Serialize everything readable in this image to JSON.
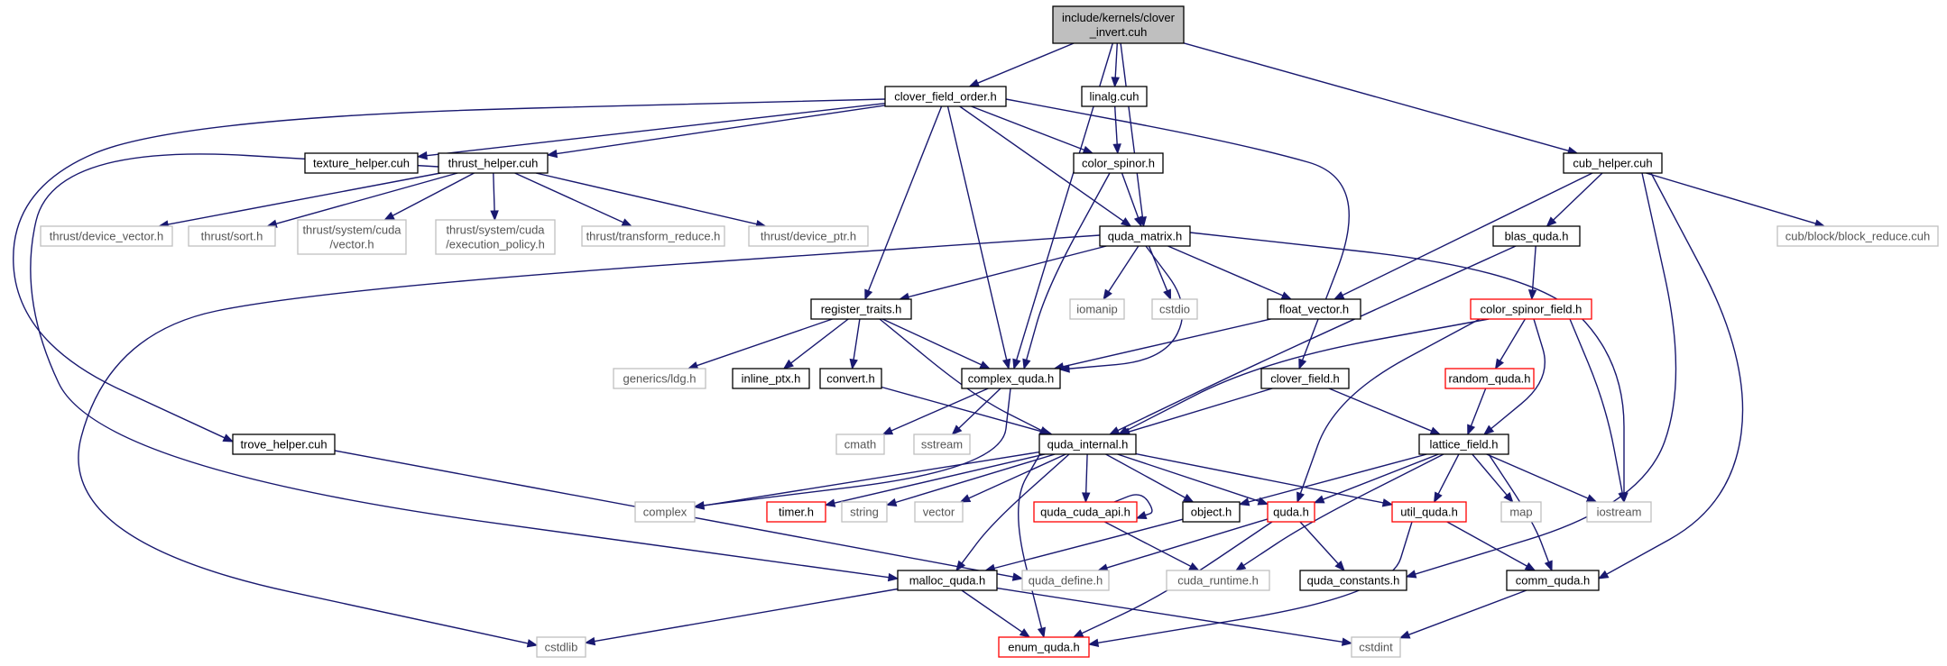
{
  "colors": {
    "edge": "#191970",
    "root_fill": "#bfbfbf",
    "node_fill": "#ffffff",
    "node_border": "#000000",
    "external_border": "#bfbfbf",
    "incomplete_border": "#ff0000"
  },
  "nodes": [
    {
      "id": "root",
      "lines": [
        "include/kernels/clover",
        "_invert.cuh"
      ],
      "kind": "root"
    },
    {
      "id": "clover_field_order",
      "lines": [
        "clover_field_order.h"
      ],
      "kind": "normal"
    },
    {
      "id": "linalg",
      "lines": [
        "linalg.cuh"
      ],
      "kind": "normal"
    },
    {
      "id": "cub_helper",
      "lines": [
        "cub_helper.cuh"
      ],
      "kind": "normal"
    },
    {
      "id": "texture_helper",
      "lines": [
        "texture_helper.cuh"
      ],
      "kind": "normal"
    },
    {
      "id": "thrust_helper",
      "lines": [
        "thrust_helper.cuh"
      ],
      "kind": "normal"
    },
    {
      "id": "color_spinor",
      "lines": [
        "color_spinor.h"
      ],
      "kind": "normal"
    },
    {
      "id": "thrust_device_vector",
      "lines": [
        "thrust/device_vector.h"
      ],
      "kind": "external"
    },
    {
      "id": "thrust_sort",
      "lines": [
        "thrust/sort.h"
      ],
      "kind": "external"
    },
    {
      "id": "thrust_cuda_vector",
      "lines": [
        "thrust/system/cuda",
        "/vector.h"
      ],
      "kind": "external"
    },
    {
      "id": "thrust_exec_policy",
      "lines": [
        "thrust/system/cuda",
        "/execution_policy.h"
      ],
      "kind": "external"
    },
    {
      "id": "thrust_transform_reduce",
      "lines": [
        "thrust/transform_reduce.h"
      ],
      "kind": "external"
    },
    {
      "id": "thrust_device_ptr",
      "lines": [
        "thrust/device_ptr.h"
      ],
      "kind": "external"
    },
    {
      "id": "quda_matrix",
      "lines": [
        "quda_matrix.h"
      ],
      "kind": "normal"
    },
    {
      "id": "blas_quda",
      "lines": [
        "blas_quda.h"
      ],
      "kind": "normal"
    },
    {
      "id": "cub_block_reduce",
      "lines": [
        "cub/block/block_reduce.cuh"
      ],
      "kind": "external"
    },
    {
      "id": "register_traits",
      "lines": [
        "register_traits.h"
      ],
      "kind": "normal"
    },
    {
      "id": "iomanip",
      "lines": [
        "iomanip"
      ],
      "kind": "external"
    },
    {
      "id": "cstdio",
      "lines": [
        "cstdio"
      ],
      "kind": "external"
    },
    {
      "id": "float_vector",
      "lines": [
        "float_vector.h"
      ],
      "kind": "normal"
    },
    {
      "id": "color_spinor_field",
      "lines": [
        "color_spinor_field.h"
      ],
      "kind": "incomplete"
    },
    {
      "id": "generics_ldg",
      "lines": [
        "generics/ldg.h"
      ],
      "kind": "external"
    },
    {
      "id": "inline_ptx",
      "lines": [
        "inline_ptx.h"
      ],
      "kind": "normal"
    },
    {
      "id": "convert",
      "lines": [
        "convert.h"
      ],
      "kind": "normal"
    },
    {
      "id": "complex_quda",
      "lines": [
        "complex_quda.h"
      ],
      "kind": "normal"
    },
    {
      "id": "clover_field",
      "lines": [
        "clover_field.h"
      ],
      "kind": "normal"
    },
    {
      "id": "random_quda",
      "lines": [
        "random_quda.h"
      ],
      "kind": "incomplete"
    },
    {
      "id": "cmath",
      "lines": [
        "cmath"
      ],
      "kind": "external"
    },
    {
      "id": "sstream",
      "lines": [
        "sstream"
      ],
      "kind": "external"
    },
    {
      "id": "trove_helper",
      "lines": [
        "trove_helper.cuh"
      ],
      "kind": "normal"
    },
    {
      "id": "quda_internal",
      "lines": [
        "quda_internal.h"
      ],
      "kind": "normal"
    },
    {
      "id": "lattice_field",
      "lines": [
        "lattice_field.h"
      ],
      "kind": "normal"
    },
    {
      "id": "complex",
      "lines": [
        "complex"
      ],
      "kind": "external"
    },
    {
      "id": "timer",
      "lines": [
        "timer.h"
      ],
      "kind": "incomplete"
    },
    {
      "id": "string",
      "lines": [
        "string"
      ],
      "kind": "external"
    },
    {
      "id": "vector",
      "lines": [
        "vector"
      ],
      "kind": "external"
    },
    {
      "id": "quda_cuda_api",
      "lines": [
        "quda_cuda_api.h"
      ],
      "kind": "incomplete"
    },
    {
      "id": "object",
      "lines": [
        "object.h"
      ],
      "kind": "normal"
    },
    {
      "id": "quda",
      "lines": [
        "quda.h"
      ],
      "kind": "incomplete"
    },
    {
      "id": "util_quda",
      "lines": [
        "util_quda.h"
      ],
      "kind": "incomplete"
    },
    {
      "id": "map",
      "lines": [
        "map"
      ],
      "kind": "external"
    },
    {
      "id": "iostream",
      "lines": [
        "iostream"
      ],
      "kind": "external"
    },
    {
      "id": "quda_define",
      "lines": [
        "quda_define.h"
      ],
      "kind": "external"
    },
    {
      "id": "cuda_runtime",
      "lines": [
        "cuda_runtime.h"
      ],
      "kind": "external"
    },
    {
      "id": "quda_constants",
      "lines": [
        "quda_constants.h"
      ],
      "kind": "normal"
    },
    {
      "id": "malloc_quda",
      "lines": [
        "malloc_quda.h"
      ],
      "kind": "normal"
    },
    {
      "id": "comm_quda",
      "lines": [
        "comm_quda.h"
      ],
      "kind": "normal"
    },
    {
      "id": "cstdlib",
      "lines": [
        "cstdlib"
      ],
      "kind": "external"
    },
    {
      "id": "enum_quda",
      "lines": [
        "enum_quda.h"
      ],
      "kind": "incomplete"
    },
    {
      "id": "cstdint",
      "lines": [
        "cstdint"
      ],
      "kind": "external"
    }
  ],
  "edges": [
    [
      "root",
      "clover_field_order"
    ],
    [
      "root",
      "linalg"
    ],
    [
      "root",
      "complex_quda"
    ],
    [
      "root",
      "quda_matrix"
    ],
    [
      "root",
      "cub_helper"
    ],
    [
      "clover_field_order",
      "texture_helper"
    ],
    [
      "clover_field_order",
      "thrust_helper"
    ],
    [
      "clover_field_order",
      "trove_helper"
    ],
    [
      "clover_field_order",
      "register_traits"
    ],
    [
      "clover_field_order",
      "complex_quda"
    ],
    [
      "clover_field_order",
      "quda_matrix"
    ],
    [
      "clover_field_order",
      "color_spinor"
    ],
    [
      "clover_field_order",
      "clover_field"
    ],
    [
      "linalg",
      "color_spinor"
    ],
    [
      "thrust_helper",
      "thrust_device_vector"
    ],
    [
      "thrust_helper",
      "thrust_sort"
    ],
    [
      "thrust_helper",
      "thrust_cuda_vector"
    ],
    [
      "thrust_helper",
      "thrust_exec_policy"
    ],
    [
      "thrust_helper",
      "thrust_transform_reduce"
    ],
    [
      "thrust_helper",
      "thrust_device_ptr"
    ],
    [
      "thrust_helper",
      "malloc_quda"
    ],
    [
      "color_spinor",
      "quda_matrix"
    ],
    [
      "color_spinor",
      "complex_quda"
    ],
    [
      "cub_helper",
      "float_vector"
    ],
    [
      "cub_helper",
      "blas_quda"
    ],
    [
      "cub_helper",
      "cub_block_reduce"
    ],
    [
      "cub_helper",
      "quda_constants"
    ],
    [
      "cub_helper",
      "comm_quda"
    ],
    [
      "quda_matrix",
      "register_traits"
    ],
    [
      "quda_matrix",
      "iomanip"
    ],
    [
      "quda_matrix",
      "cstdio"
    ],
    [
      "quda_matrix",
      "float_vector"
    ],
    [
      "quda_matrix",
      "complex_quda"
    ],
    [
      "quda_matrix",
      "iostream"
    ],
    [
      "quda_matrix",
      "cstdlib"
    ],
    [
      "blas_quda",
      "color_spinor_field"
    ],
    [
      "blas_quda",
      "quda_internal"
    ],
    [
      "register_traits",
      "generics_ldg"
    ],
    [
      "register_traits",
      "inline_ptx"
    ],
    [
      "register_traits",
      "convert"
    ],
    [
      "register_traits",
      "complex_quda"
    ],
    [
      "register_traits",
      "quda_internal"
    ],
    [
      "float_vector",
      "complex_quda"
    ],
    [
      "color_spinor_field",
      "quda_internal"
    ],
    [
      "color_spinor_field",
      "random_quda"
    ],
    [
      "color_spinor_field",
      "lattice_field"
    ],
    [
      "color_spinor_field",
      "quda"
    ],
    [
      "color_spinor_field",
      "iostream"
    ],
    [
      "convert",
      "quda_internal"
    ],
    [
      "complex_quda",
      "cmath"
    ],
    [
      "complex_quda",
      "sstream"
    ],
    [
      "complex_quda",
      "complex"
    ],
    [
      "clover_field",
      "quda_internal"
    ],
    [
      "clover_field",
      "lattice_field"
    ],
    [
      "random_quda",
      "lattice_field"
    ],
    [
      "trove_helper",
      "quda_define"
    ],
    [
      "quda_internal",
      "complex"
    ],
    [
      "quda_internal",
      "timer"
    ],
    [
      "quda_internal",
      "string"
    ],
    [
      "quda_internal",
      "vector"
    ],
    [
      "quda_internal",
      "quda_cuda_api"
    ],
    [
      "quda_internal",
      "object"
    ],
    [
      "quda_internal",
      "quda"
    ],
    [
      "quda_internal",
      "util_quda"
    ],
    [
      "quda_internal",
      "malloc_quda"
    ],
    [
      "quda_internal",
      "enum_quda"
    ],
    [
      "lattice_field",
      "object"
    ],
    [
      "lattice_field",
      "quda"
    ],
    [
      "lattice_field",
      "util_quda"
    ],
    [
      "lattice_field",
      "map"
    ],
    [
      "lattice_field",
      "iostream"
    ],
    [
      "lattice_field",
      "comm_quda"
    ],
    [
      "lattice_field",
      "cuda_runtime"
    ],
    [
      "quda_cuda_api",
      "quda_cuda_api"
    ],
    [
      "quda_cuda_api",
      "cuda_runtime"
    ],
    [
      "object",
      "malloc_quda"
    ],
    [
      "quda",
      "quda_define"
    ],
    [
      "quda",
      "quda_constants"
    ],
    [
      "quda",
      "enum_quda"
    ],
    [
      "util_quda",
      "comm_quda"
    ],
    [
      "util_quda",
      "enum_quda"
    ],
    [
      "malloc_quda",
      "cstdlib"
    ],
    [
      "malloc_quda",
      "enum_quda"
    ],
    [
      "malloc_quda",
      "cstdint"
    ],
    [
      "comm_quda",
      "cstdint"
    ]
  ]
}
